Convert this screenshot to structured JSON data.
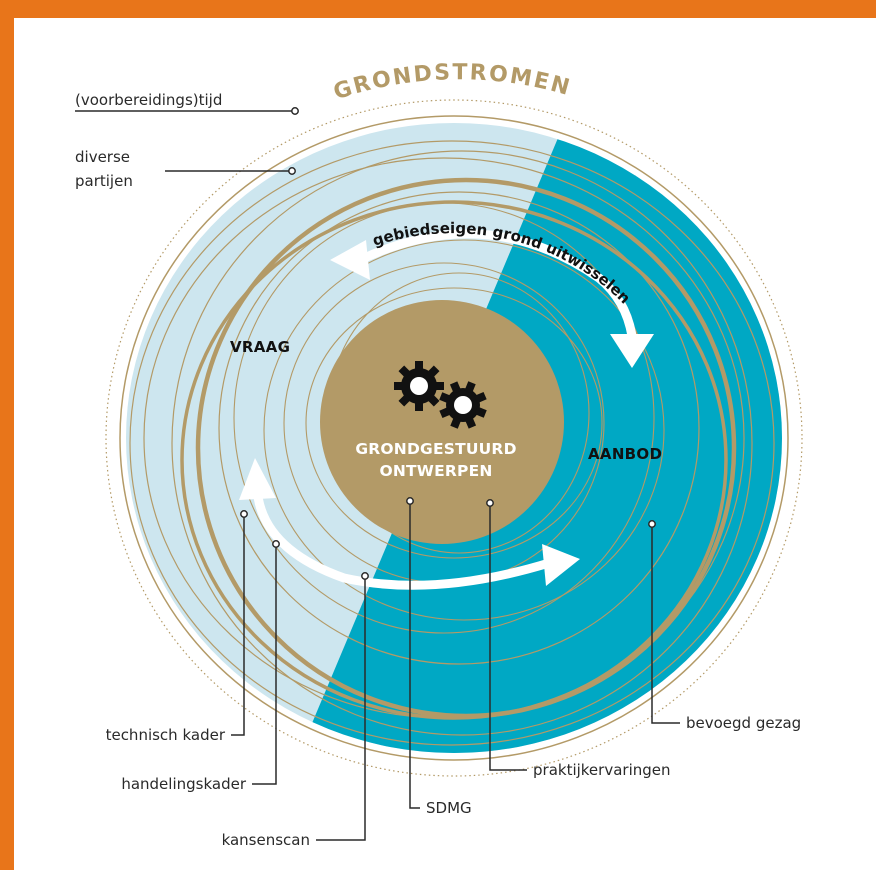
{
  "title": "GRONDSTROMEN",
  "arc_text": "gebiedseigen grond uitwisselen",
  "center": {
    "line1": "GRONDGESTUURD",
    "line2": "ONTWERPEN",
    "icon": "gears-icon"
  },
  "sides": {
    "left": "VRAAG",
    "right": "AANBOD"
  },
  "callouts": {
    "voorbereidingstijd": "(voorbereidings)tijd",
    "diverse": "diverse",
    "partijen": "partijen",
    "technisch_kader": "technisch kader",
    "handelingskader": "handelingskader",
    "kansenscan": "kansenscan",
    "sdmg": "SDMG",
    "praktijkervaringen": "praktijkervaringen",
    "bevoegd_gezag": "bevoegd gezag"
  },
  "colors": {
    "frame": "#e8751a",
    "light_blue": "#cde6ef",
    "teal": "#00a8c4",
    "gold": "#b39a67",
    "white": "#ffffff"
  }
}
